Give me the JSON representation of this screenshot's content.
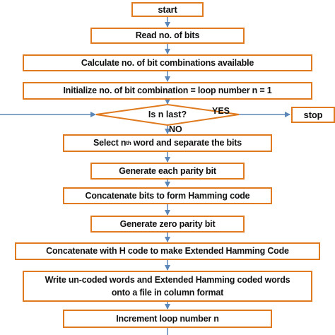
{
  "flowchart": {
    "start": "start",
    "stop": "stop",
    "steps": {
      "read_bits": "Read no. of bits",
      "calc_combinations": "Calculate no. of bit combinations available",
      "init_loop": "Initialize no. of bit combination = loop number n = 1",
      "select_word_pre": "Select n",
      "select_word_sup": "th",
      "select_word_post": " word and separate the bits",
      "gen_parity": "Generate each parity bit",
      "concat_hamming": "Concatenate bits to form Hamming code",
      "gen_zero_parity": "Generate zero parity bit",
      "concat_extended": "Concatenate with H code to make Extended Hamming Code",
      "write_file": "Write un-coded words and Extended Hamming coded words onto a file in column format",
      "increment": "Increment loop number n"
    },
    "decision": {
      "question": "Is n last?",
      "yes_label": "YES",
      "no_label": "NO"
    },
    "colors": {
      "box_border": "#e07a1f",
      "arrow": "#5b86b8",
      "text": "#111111"
    }
  }
}
